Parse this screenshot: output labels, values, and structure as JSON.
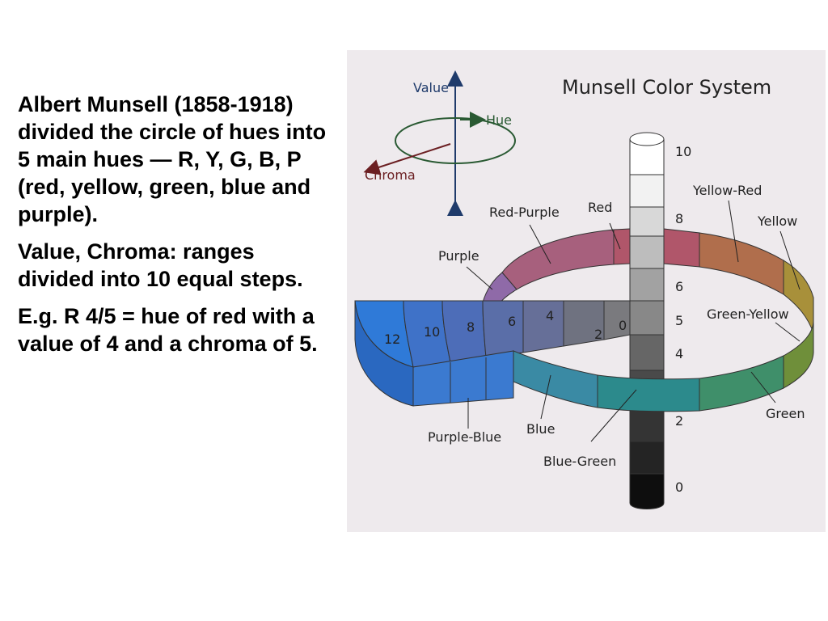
{
  "slide": {
    "paragraphs": [
      "Albert Munsell (1858-1918) divided the circle of hues into 5 main hues — R, Y, G, B, P (red, yellow, green, blue and purple).",
      "Value, Chroma: ranges divided into 10 equal steps.",
      "E.g. R 4/5 = hue of red with a value of 4 and a chroma of 5."
    ]
  },
  "figure": {
    "title": "Munsell Color System",
    "legend": {
      "value": "Value",
      "hue": "Hue",
      "chroma": "Chroma"
    },
    "value_scale": [
      "10",
      "8",
      "6",
      "5",
      "4",
      "2",
      "0"
    ],
    "chroma_scale": [
      "12",
      "10",
      "8",
      "6",
      "4",
      "2",
      "0"
    ],
    "hues": {
      "red": "Red",
      "red_purple": "Red-Purple",
      "purple": "Purple",
      "yellow_red": "Yellow-Red",
      "yellow": "Yellow",
      "green_yellow": "Green-Yellow",
      "green": "Green",
      "blue_green": "Blue-Green",
      "blue": "Blue",
      "purple_blue": "Purple-Blue"
    },
    "colors": {
      "value_arrow": "#1f3b6b",
      "hue_arrow": "#2a5a33",
      "chroma_arrow": "#6b1f22"
    }
  }
}
